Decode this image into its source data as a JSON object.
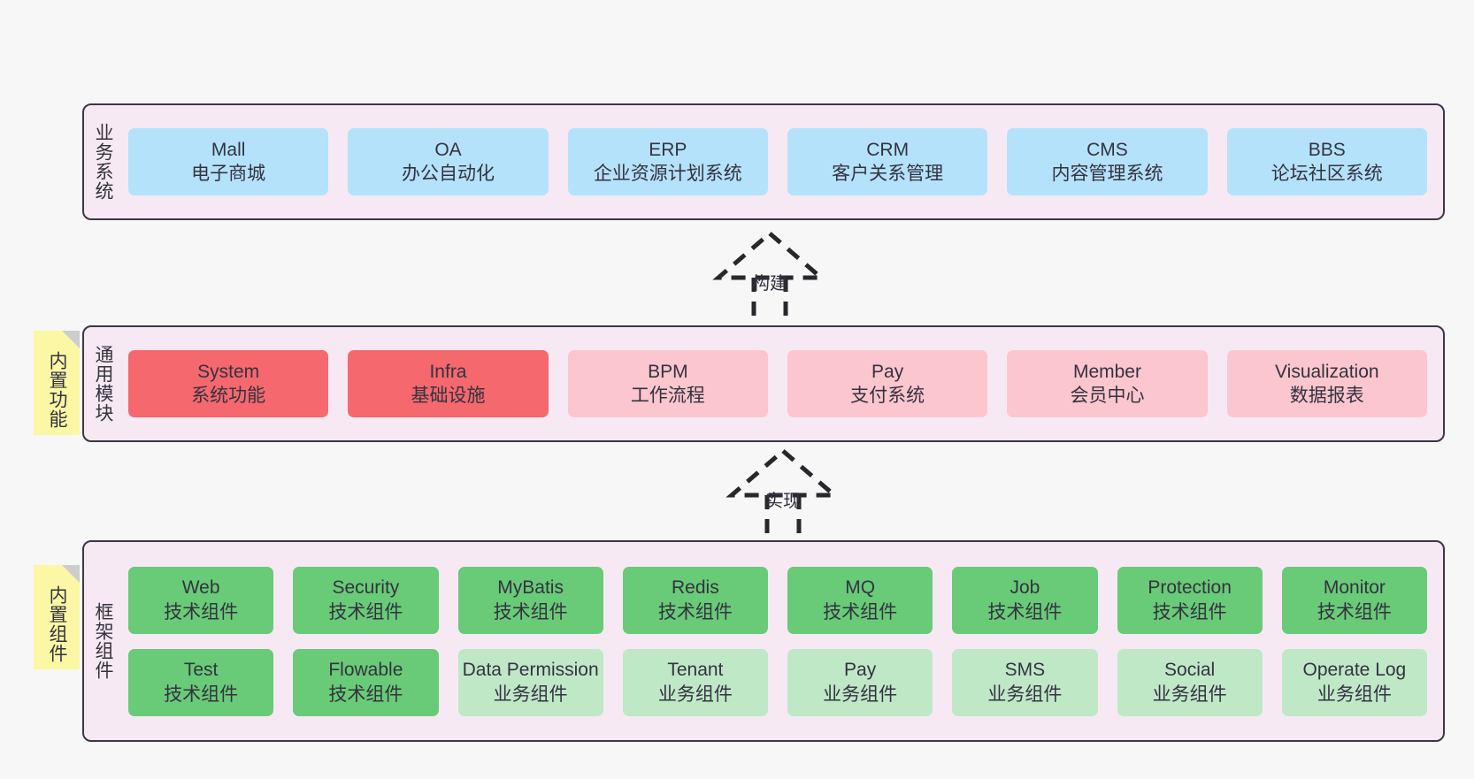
{
  "diagram": {
    "background": "#f7f7f7",
    "panel_fill": "#f7e9f4",
    "panel_border": "#3c3746",
    "sticky_fill": "#fbf7a4",
    "colors": {
      "business": "#b5e2fb",
      "module_strong": "#f4686e",
      "module_light": "#fcc6ce",
      "tech_component": "#69ca77",
      "business_component": "#bfe8c7"
    }
  },
  "layers": {
    "business": {
      "title": "业务系统",
      "cards": [
        {
          "name": "Mall",
          "desc": "电子商城"
        },
        {
          "name": "OA",
          "desc": "办公自动化"
        },
        {
          "name": "ERP",
          "desc": "企业资源计划系统"
        },
        {
          "name": "CRM",
          "desc": "客户关系管理"
        },
        {
          "name": "CMS",
          "desc": "内容管理系统"
        },
        {
          "name": "BBS",
          "desc": "论坛社区系统"
        }
      ]
    },
    "common_modules": {
      "title": "通用模块",
      "sticky": "内置功能",
      "cards": [
        {
          "name": "System",
          "desc": "系统功能",
          "tone": "strong"
        },
        {
          "name": "Infra",
          "desc": "基础设施",
          "tone": "strong"
        },
        {
          "name": "BPM",
          "desc": "工作流程",
          "tone": "light"
        },
        {
          "name": "Pay",
          "desc": "支付系统",
          "tone": "light"
        },
        {
          "name": "Member",
          "desc": "会员中心",
          "tone": "light"
        },
        {
          "name": "Visualization",
          "desc": "数据报表",
          "tone": "light"
        }
      ]
    },
    "framework": {
      "title": "框架组件",
      "sticky": "内置组件",
      "row1": [
        {
          "name": "Web",
          "desc": "技术组件",
          "tone": "tech"
        },
        {
          "name": "Security",
          "desc": "技术组件",
          "tone": "tech"
        },
        {
          "name": "MyBatis",
          "desc": "技术组件",
          "tone": "tech"
        },
        {
          "name": "Redis",
          "desc": "技术组件",
          "tone": "tech"
        },
        {
          "name": "MQ",
          "desc": "技术组件",
          "tone": "tech"
        },
        {
          "name": "Job",
          "desc": "技术组件",
          "tone": "tech"
        },
        {
          "name": "Protection",
          "desc": "技术组件",
          "tone": "tech"
        },
        {
          "name": "Monitor",
          "desc": "技术组件",
          "tone": "tech"
        }
      ],
      "row2": [
        {
          "name": "Test",
          "desc": "技术组件",
          "tone": "tech"
        },
        {
          "name": "Flowable",
          "desc": "技术组件",
          "tone": "tech"
        },
        {
          "name": "Data Permission",
          "desc": "业务组件",
          "tone": "biz"
        },
        {
          "name": "Tenant",
          "desc": "业务组件",
          "tone": "biz"
        },
        {
          "name": "Pay",
          "desc": "业务组件",
          "tone": "biz"
        },
        {
          "name": "SMS",
          "desc": "业务组件",
          "tone": "biz"
        },
        {
          "name": "Social",
          "desc": "业务组件",
          "tone": "biz"
        },
        {
          "name": "Operate Log",
          "desc": "业务组件",
          "tone": "biz"
        }
      ]
    }
  },
  "connectors": [
    {
      "label": "构建",
      "from": "common_modules",
      "to": "business"
    },
    {
      "label": "实现",
      "from": "framework",
      "to": "common_modules"
    }
  ]
}
